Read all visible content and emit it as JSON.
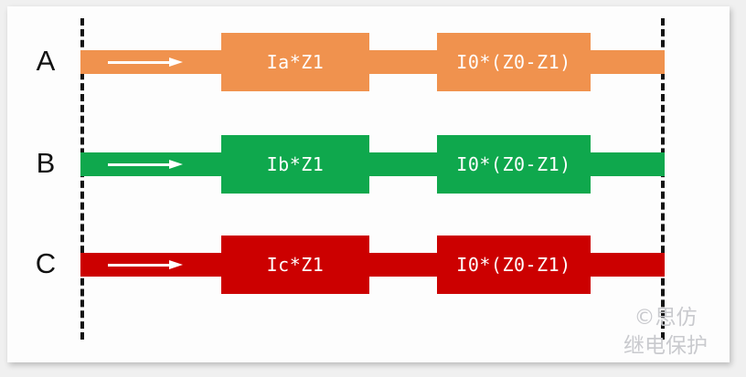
{
  "figure": {
    "background_color": "#f0f0f0",
    "card_color": "#fdfdfd",
    "boundary_line_color": "#141414",
    "arrow_color": "#ffffff"
  },
  "rows": [
    {
      "phase": "A",
      "color": "#F0924E",
      "block_1": "Ia*Z1",
      "block_2": "I0*(Z0-Z1)",
      "arrow": "right-arrow-icon"
    },
    {
      "phase": "B",
      "color": "#0FA84D",
      "block_1": "Ib*Z1",
      "block_2": "I0*(Z0-Z1)",
      "arrow": "right-arrow-icon"
    },
    {
      "phase": "C",
      "color": "#CC0000",
      "block_1": "Ic*Z1",
      "block_2": "I0*(Z0-Z1)",
      "arrow": "right-arrow-icon"
    }
  ],
  "watermark": {
    "line1": "©思仿",
    "line2": "继电保护",
    "color": "#c9cace"
  }
}
